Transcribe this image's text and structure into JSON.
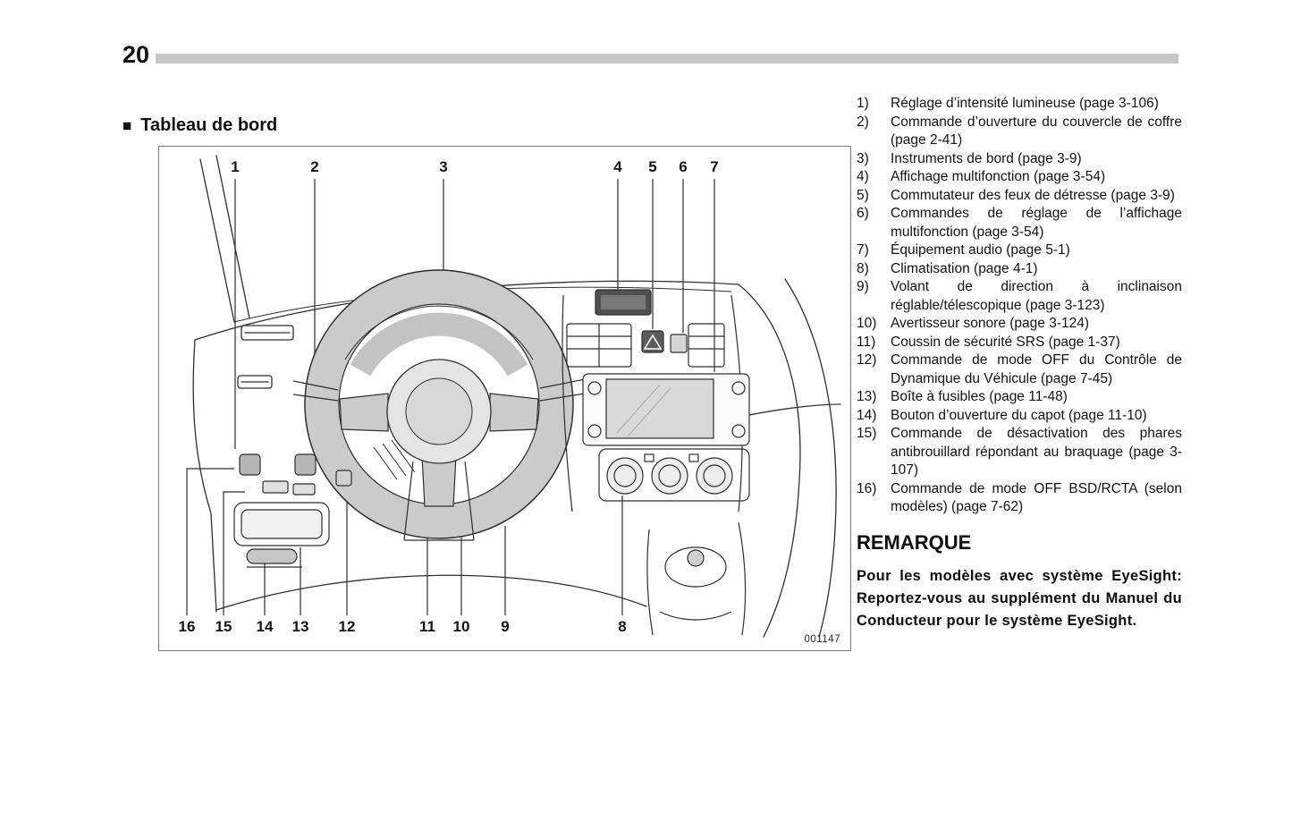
{
  "page": {
    "number": "20",
    "section_title": "Tableau de bord",
    "figure_id": "001147"
  },
  "diagram": {
    "callouts": [
      {
        "label": "1"
      },
      {
        "label": "2"
      },
      {
        "label": "3"
      },
      {
        "label": "4"
      },
      {
        "label": "5"
      },
      {
        "label": "6"
      },
      {
        "label": "7"
      },
      {
        "label": "16"
      },
      {
        "label": "15"
      },
      {
        "label": "14"
      },
      {
        "label": "13"
      },
      {
        "label": "12"
      },
      {
        "label": "11"
      },
      {
        "label": "10"
      },
      {
        "label": "9"
      },
      {
        "label": "8"
      }
    ]
  },
  "legend": {
    "items": [
      {
        "num": "1)",
        "text": "Réglage d’intensité lumineuse (page 3-106)"
      },
      {
        "num": "2)",
        "text": "Commande d’ouverture du couvercle de coffre (page 2-41)"
      },
      {
        "num": "3)",
        "text": "Instruments de bord (page 3-9)"
      },
      {
        "num": "4)",
        "text": "Affichage multifonction (page 3-54)"
      },
      {
        "num": "5)",
        "text": "Commutateur des feux de détresse (page 3-9)"
      },
      {
        "num": "6)",
        "text": "Commandes de réglage de l’affichage multifonction (page 3-54)"
      },
      {
        "num": "7)",
        "text": "Équipement audio (page 5-1)"
      },
      {
        "num": "8)",
        "text": "Climatisation (page 4-1)"
      },
      {
        "num": "9)",
        "text": "Volant de direction à inclinaison réglable/télescopique (page 3-123)"
      },
      {
        "num": "10)",
        "text": "Avertisseur sonore (page 3-124)"
      },
      {
        "num": "11)",
        "text": "Coussin de sécurité SRS (page 1-37)"
      },
      {
        "num": "12)",
        "text": "Commande de mode OFF du Contrôle de Dynamique du Véhicule (page 7-45)"
      },
      {
        "num": "13)",
        "text": "Boîte à fusibles (page 11-48)"
      },
      {
        "num": "14)",
        "text": "Bouton d’ouverture du capot (page 11-10)"
      },
      {
        "num": "15)",
        "text": "Commande de désactivation des phares antibrouillard répondant au braquage (page 3-107)"
      },
      {
        "num": "16)",
        "text": "Commande de mode OFF BSD/RCTA (selon modèles) (page 7-62)"
      }
    ]
  },
  "note": {
    "title": "REMARQUE",
    "body": "Pour les modèles avec système EyeSight: Reportez-vous au supplément du Manuel du Conducteur pour le système EyeSight."
  }
}
